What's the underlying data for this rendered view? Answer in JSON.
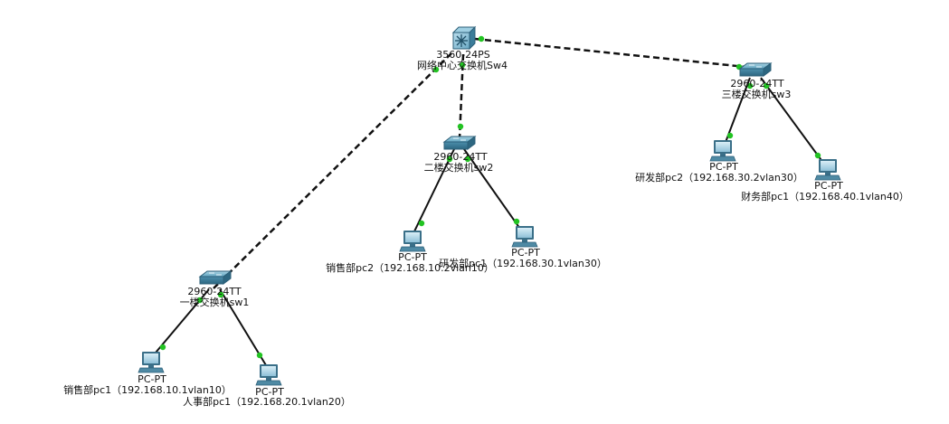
{
  "devices": {
    "sw4": {
      "model": "3560-24PS",
      "name": "网络中心交换机Sw4"
    },
    "sw1": {
      "model": "2960-24TT",
      "name": "一楼交换机sw1"
    },
    "sw2": {
      "model": "2960-24TT",
      "name": "二楼交换机sw2"
    },
    "sw3": {
      "model": "2960-24TT",
      "name": "三楼交换机sw3"
    },
    "pc_sales1": {
      "model": "PC-PT",
      "name": "销售部pc1（192.168.10.1vlan10）"
    },
    "pc_hr1": {
      "model": "PC-PT",
      "name": "人事部pc1（192.168.20.1vlan20）"
    },
    "pc_sales2": {
      "model": "PC-PT",
      "name": "销售部pc2（192.168.10.2vlan10）"
    },
    "pc_rd1": {
      "model": "PC-PT",
      "name": "研发部pc1（192.168.30.1vlan30）"
    },
    "pc_rd2": {
      "model": "PC-PT",
      "name": "研发部pc2（192.168.30.2vlan30）"
    },
    "pc_fin1": {
      "model": "PC-PT",
      "name": "财务部pc1（192.168.40.1vlan40）"
    }
  },
  "links": [
    {
      "from": "sw4",
      "to": "sw1",
      "type": "crossover"
    },
    {
      "from": "sw4",
      "to": "sw2",
      "type": "crossover"
    },
    {
      "from": "sw4",
      "to": "sw3",
      "type": "crossover"
    },
    {
      "from": "sw1",
      "to": "pc_sales1",
      "type": "straight"
    },
    {
      "from": "sw1",
      "to": "pc_hr1",
      "type": "straight"
    },
    {
      "from": "sw2",
      "to": "pc_sales2",
      "type": "straight"
    },
    {
      "from": "sw2",
      "to": "pc_rd1",
      "type": "straight"
    },
    {
      "from": "sw3",
      "to": "pc_rd2",
      "type": "straight"
    },
    {
      "from": "sw3",
      "to": "pc_fin1",
      "type": "straight"
    }
  ],
  "colors": {
    "link_up": "#22c322",
    "cable": "#111111",
    "device": "#3f8aa8"
  }
}
